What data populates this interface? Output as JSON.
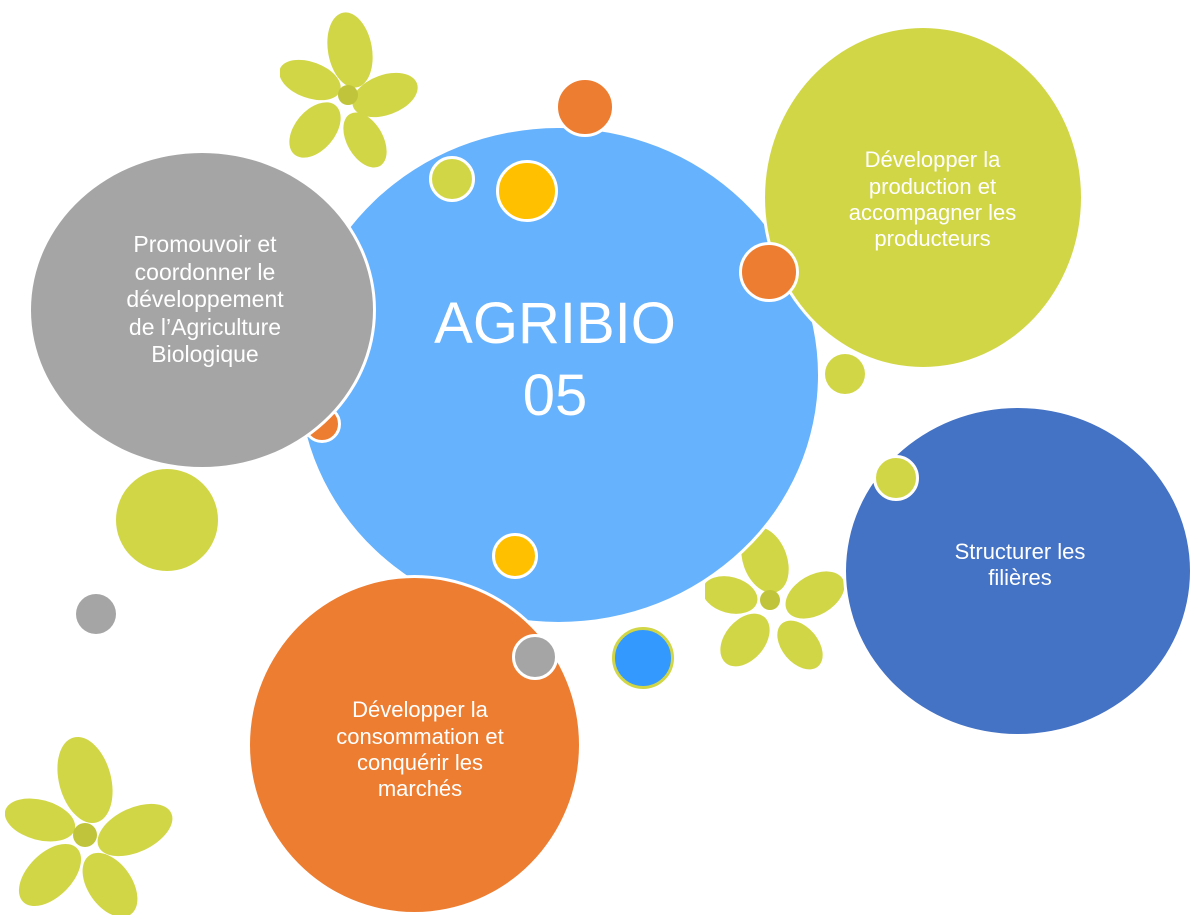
{
  "center": {
    "title": "AGRIBIO\n05"
  },
  "bubbles": {
    "promouvoir": "Promouvoir et\ncoordonner le\ndéveloppement\nde l’Agriculture\nBiologique",
    "production": "Développer la\nproduction et\naccompagner les\nproducteurs",
    "filieres": "Structurer les\nfilières",
    "consommation": "Développer la\nconsommation et\nconquérir les\nmarchés"
  },
  "colors": {
    "center_blue": "#66b2fc",
    "gray": "#a5a5a5",
    "lime": "#d1d646",
    "orange": "#ed7d31",
    "dark_blue": "#4472c4",
    "gold": "#ffc000",
    "bright_blue": "#3399ff",
    "white": "#ffffff"
  },
  "icons": [
    "flower-icon-top",
    "flower-icon-bottom-left",
    "flower-icon-right"
  ]
}
